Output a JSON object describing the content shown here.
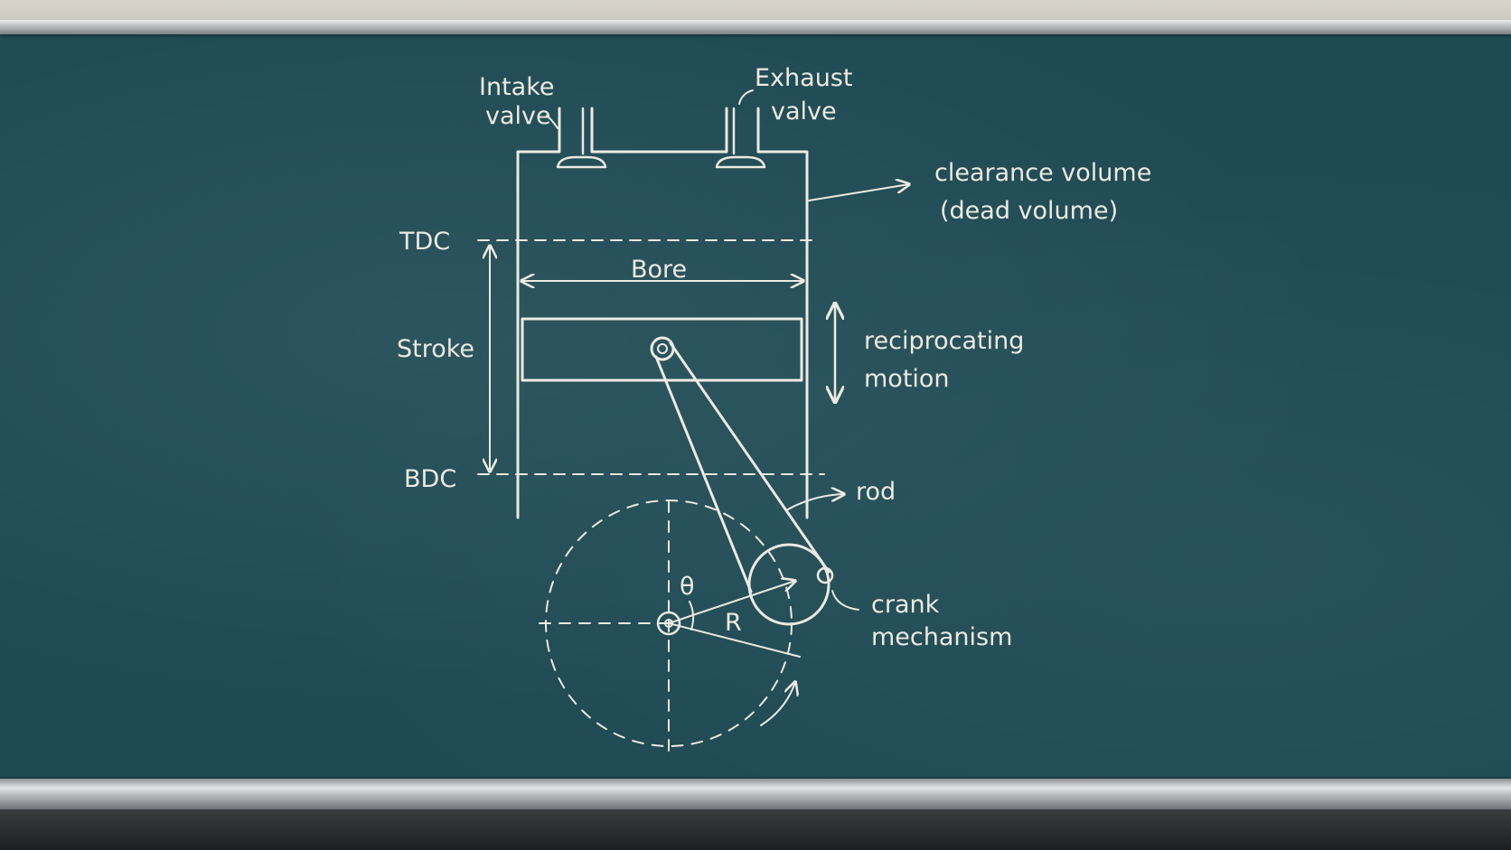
{
  "labels": {
    "intake_line1": "Intake",
    "intake_line2": "valve",
    "exhaust_line1": "Exhaust",
    "exhaust_line2": "valve",
    "clearance_line1": "clearance volume",
    "clearance_line2": "(dead volume)",
    "tdc": "TDC",
    "bdc": "BDC",
    "bore": "Bore",
    "stroke": "Stroke",
    "reciprocating_line1": "reciprocating",
    "reciprocating_line2": "motion",
    "rod": "rod",
    "crank_line1": "crank",
    "crank_line2": "mechanism",
    "theta": "θ",
    "radius": "R"
  },
  "colors": {
    "board": "#1f4a54",
    "chalk": "#eceae2"
  }
}
